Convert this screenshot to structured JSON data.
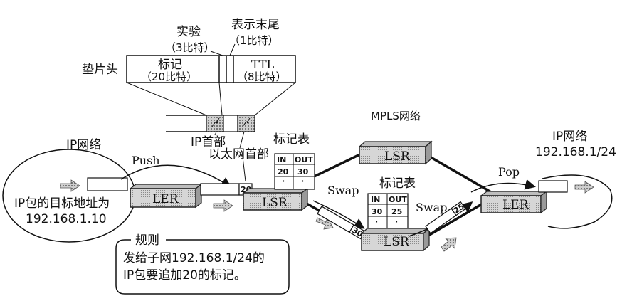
{
  "header": {
    "experimental": "实验",
    "experimental_bits": "（3比特）",
    "bottom_of_stack": "表示末尾",
    "bottom_of_stack_bits": "（1比特）",
    "shim_header": "垫片头",
    "label": "标记",
    "label_bits": "（20比特）",
    "ttl": "TTL",
    "ttl_bits": "（8比特）"
  },
  "frame": {
    "ip_header": "IP首部",
    "ethernet_header": "以太网首部",
    "label_value": "20"
  },
  "mpls_network": "MPLS网络",
  "left_network": {
    "title": "IP网络",
    "dest_line1": "IP包的目标地址为",
    "dest_line2": "192.168.1.10"
  },
  "right_network": {
    "title": "IP网络",
    "subnet": "192.168.1/24"
  },
  "operations": {
    "push": "Push",
    "swap1": "Swap",
    "swap2": "Swap",
    "pop": "Pop"
  },
  "devices": {
    "ler_left": "LER",
    "lsr_mid": "LSR",
    "lsr_top": "LSR",
    "lsr_bottom": "LSR",
    "ler_right": "LER"
  },
  "label_table_1": {
    "title": "标记表",
    "headers": [
      "IN",
      "OUT"
    ],
    "row": [
      "20",
      "30"
    ]
  },
  "label_table_2": {
    "title": "标记表",
    "headers": [
      "IN",
      "OUT"
    ],
    "row": [
      "30",
      "25"
    ]
  },
  "packet_labels": {
    "label_30": "30",
    "label_25": "25"
  },
  "rule": {
    "title": "规则",
    "line1": "发给子网192.168.1/24的",
    "line2": "IP包要追加20的标记。"
  }
}
